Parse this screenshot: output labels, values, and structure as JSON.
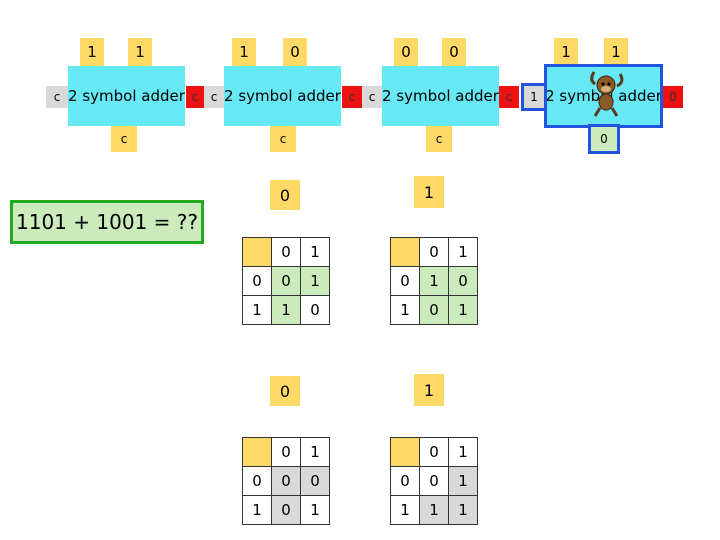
{
  "adders": [
    {
      "label": "2 symbol adder",
      "a": "1",
      "b": "1",
      "carry_in": "c",
      "carry_out": "c"
    },
    {
      "label": "2 symbol adder",
      "a": "1",
      "b": "0",
      "carry_in": "c",
      "carry_out": "c"
    },
    {
      "label": "2 symbol adder",
      "a": "0",
      "b": "0",
      "carry_in": "c",
      "carry_out": "c"
    },
    {
      "label": "2 symbol adder",
      "a": "1",
      "b": "1",
      "carry_in": "1",
      "carry_out": "0",
      "sum_out": "0"
    }
  ],
  "connectors": [
    "c",
    "c",
    "c"
  ],
  "problem": "1101 + 1001 = ??",
  "tables": [
    {
      "label": "0",
      "header": [
        "0",
        "1"
      ],
      "rows": [
        [
          "0",
          "0",
          "1"
        ],
        [
          "1",
          "1",
          "0"
        ]
      ]
    },
    {
      "label": "1",
      "header": [
        "0",
        "1"
      ],
      "rows": [
        [
          "0",
          "1",
          "0"
        ],
        [
          "1",
          "0",
          "1"
        ]
      ]
    },
    {
      "label": "0",
      "header": [
        "0",
        "1"
      ],
      "rows": [
        [
          "0",
          "0",
          "0"
        ],
        [
          "1",
          "0",
          "1"
        ]
      ]
    },
    {
      "label": "1",
      "header": [
        "0",
        "1"
      ],
      "rows": [
        [
          "0",
          "0",
          "1"
        ],
        [
          "1",
          "1",
          "1"
        ]
      ]
    }
  ],
  "colors": {
    "adder": "#66e8f5",
    "input": "#ffd966",
    "carry": "#d9d9d9",
    "connector": "#ee1111",
    "output": "#ccebbc",
    "highlight": "#2255dd"
  }
}
